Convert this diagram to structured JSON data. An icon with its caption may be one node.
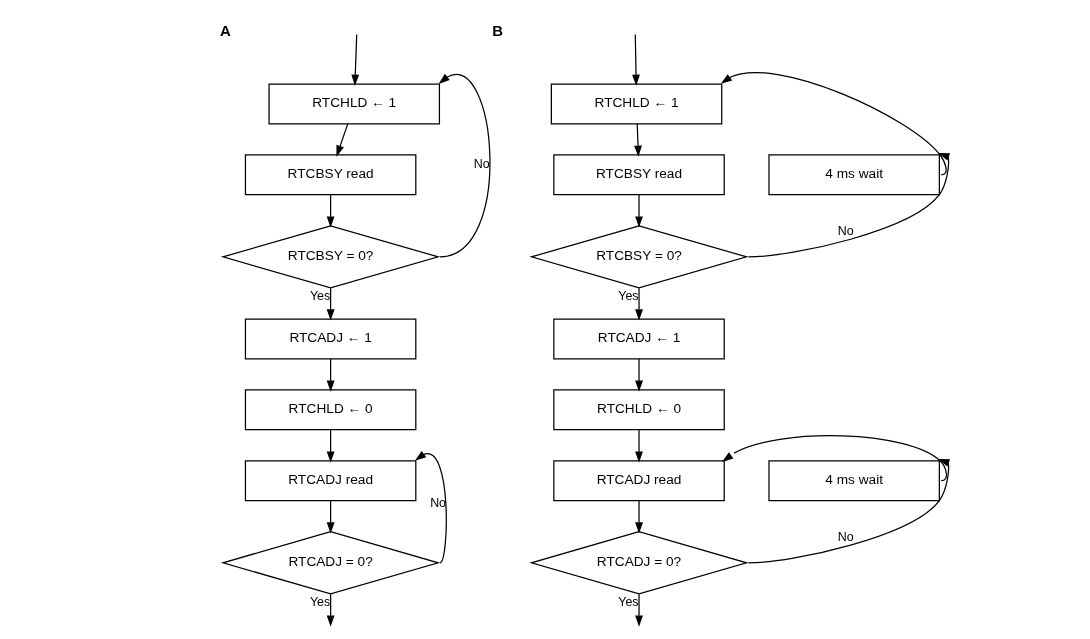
{
  "diagram": {
    "nodes": [
      {
        "text": [
          "RTCHLD ← 1"
        ]
      },
      {
        "text": [
          "RTCBSY read"
        ]
      },
      {
        "text": [
          "RTCBSY = 0?"
        ]
      },
      {
        "text": [
          "RTCADJ ← 1"
        ]
      },
      {
        "text": [
          "RTCHLD ← 0"
        ]
      },
      {
        "text": [
          "RTCADJ read"
        ]
      },
      {
        "text": [
          "RTCADJ = 0?"
        ]
      },
      {
        "text": [
          "RTCHLD ← 1"
        ]
      },
      {
        "text": [
          "RTCBSY read"
        ]
      },
      {
        "text": [
          "4 ms wait"
        ]
      },
      {
        "text": [
          "RTCBSY = 0?"
        ]
      },
      {
        "text": [
          "RTCADJ ← 1"
        ]
      },
      {
        "text": [
          "RTCHLD ← 0"
        ]
      },
      {
        "text": [
          "RTCADJ read"
        ]
      },
      {
        "text": [
          "4 ms wait"
        ]
      },
      {
        "text": [
          "RTCADJ = 0?"
        ]
      }
    ],
    "edges": [
      {
        "from": null,
        "to": 0,
        "arrow": "to"
      },
      {
        "from": 0,
        "to": 1,
        "arrow": "to"
      },
      {
        "from": 1,
        "to": 2,
        "arrow": "to"
      },
      {
        "from": 2,
        "to": 0,
        "arrow": "to",
        "label": "No"
      },
      {
        "from": 2,
        "to": 3,
        "arrow": "to",
        "label": "Yes"
      },
      {
        "from": 3,
        "to": 4,
        "arrow": "to"
      },
      {
        "from": 4,
        "to": 5,
        "arrow": "to"
      },
      {
        "from": 5,
        "to": 6,
        "arrow": "to"
      },
      {
        "from": 6,
        "to": 5,
        "arrow": "to",
        "label": "No"
      },
      {
        "from": 6,
        "to": null,
        "arrow": "to",
        "label": "Yes"
      },
      {
        "from": null,
        "to": 7,
        "arrow": "to"
      },
      {
        "from": 7,
        "to": 8,
        "arrow": "to"
      },
      {
        "from": 8,
        "to": 10,
        "arrow": "to"
      },
      {
        "from": 10,
        "to": 9,
        "arrow": "to",
        "label": "No"
      },
      {
        "from": 9,
        "to": 7,
        "arrow": "to"
      },
      {
        "from": 10,
        "to": 11,
        "arrow": "to",
        "label": "Yes"
      },
      {
        "from": 11,
        "to": 12,
        "arrow": "to"
      },
      {
        "from": 12,
        "to": 13,
        "arrow": "to"
      },
      {
        "from": 13,
        "to": 15,
        "arrow": "to"
      },
      {
        "from": 15,
        "to": 14,
        "arrow": "to",
        "label": "No"
      },
      {
        "from": 14,
        "to": 13,
        "arrow": "to"
      },
      {
        "from": 15,
        "to": null,
        "arrow": "to",
        "label": "Yes"
      }
    ],
    "labels": [
      "A",
      "B"
    ]
  }
}
